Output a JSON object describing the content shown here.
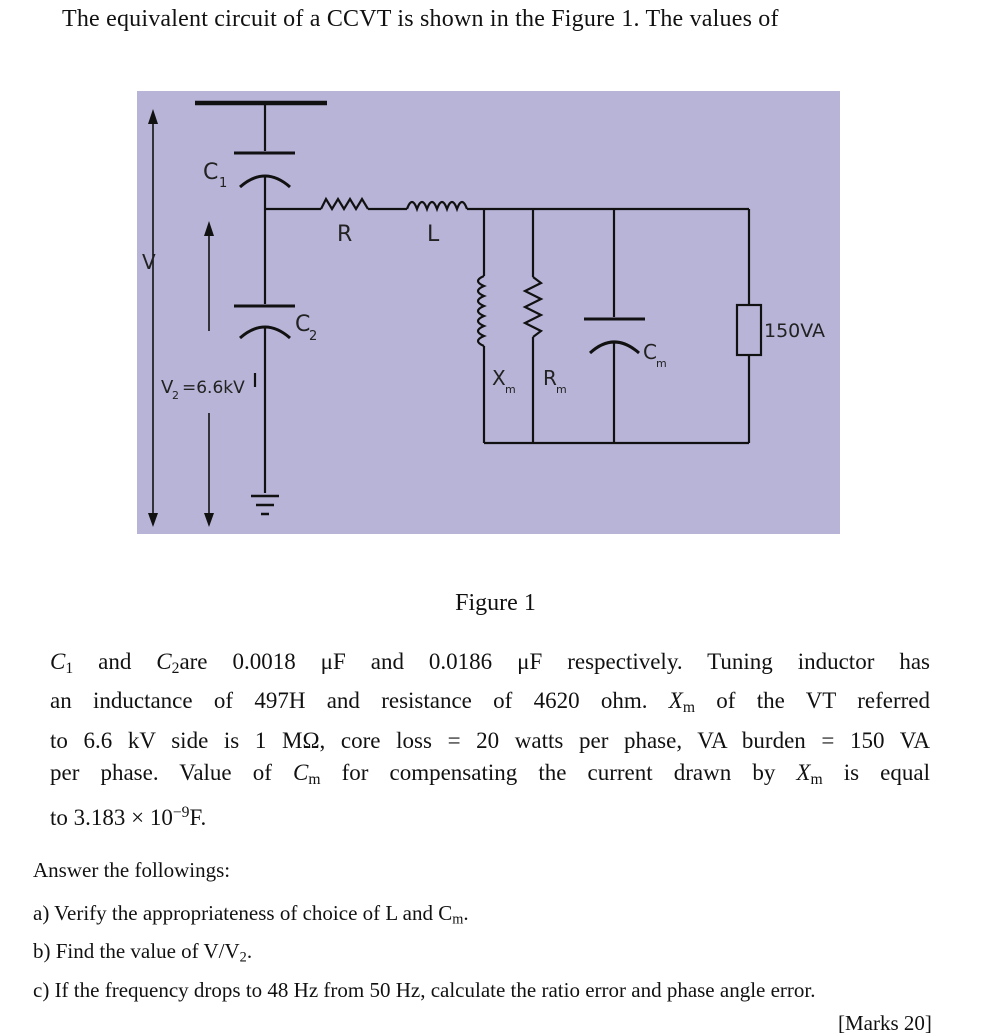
{
  "intro_text": "The equivalent circuit of a CCVT is shown in the Figure 1. The values of",
  "figure": {
    "background_color": "#b8b4d8",
    "labels": {
      "c1": "C",
      "c1_sub": "1",
      "c2": "C",
      "c2_sub": "2",
      "r": "R",
      "l": "L",
      "v": "V",
      "v2": "V",
      "v2_sub": "2",
      "v2_value": "=6.6kV",
      "xm": "X",
      "xm_sub": "m",
      "rm": "R",
      "rm_sub": "m",
      "cm": "C",
      "cm_sub": "m",
      "burden": "150VA"
    }
  },
  "caption": "Figure 1",
  "paragraph": {
    "line1": {
      "c1": "C",
      "c1_sub": "1",
      "and1": " and ",
      "c2": "C",
      "c2_sub": "2",
      "rest": "are 0.0018 μF and 0.0186 μF respectively. Tuning inductor has"
    },
    "line2": {
      "pre": "an inductance of 497H and resistance of 4620 ohm. ",
      "xm": "X",
      "xm_sub": "m",
      "post": " of the VT referred"
    },
    "line3": "to 6.6 kV side is 1 MΩ, core loss = 20 watts per phase, VA burden = 150 VA",
    "line4": {
      "pre": "per phase. Value of ",
      "cm": "C",
      "cm_sub": "m",
      "mid": " for compensating the current drawn by ",
      "xm": "X",
      "xm_sub": "m",
      "post": " is equal"
    },
    "line5": {
      "pre": "to 3.183 × 10",
      "exp": "−9",
      "post": "F."
    }
  },
  "answer_heading": "Answer the followings:",
  "questions": {
    "a": {
      "pre": "a) Verify the appropriateness of choice of L and C",
      "sub": "m",
      "post": "."
    },
    "b": {
      "pre": "b) Find the value of V/V",
      "sub": "2",
      "post": "."
    },
    "c": "c) If the frequency drops to 48 Hz from 50 Hz, calculate the ratio error and phase angle error."
  },
  "marks": "[Marks 20]"
}
